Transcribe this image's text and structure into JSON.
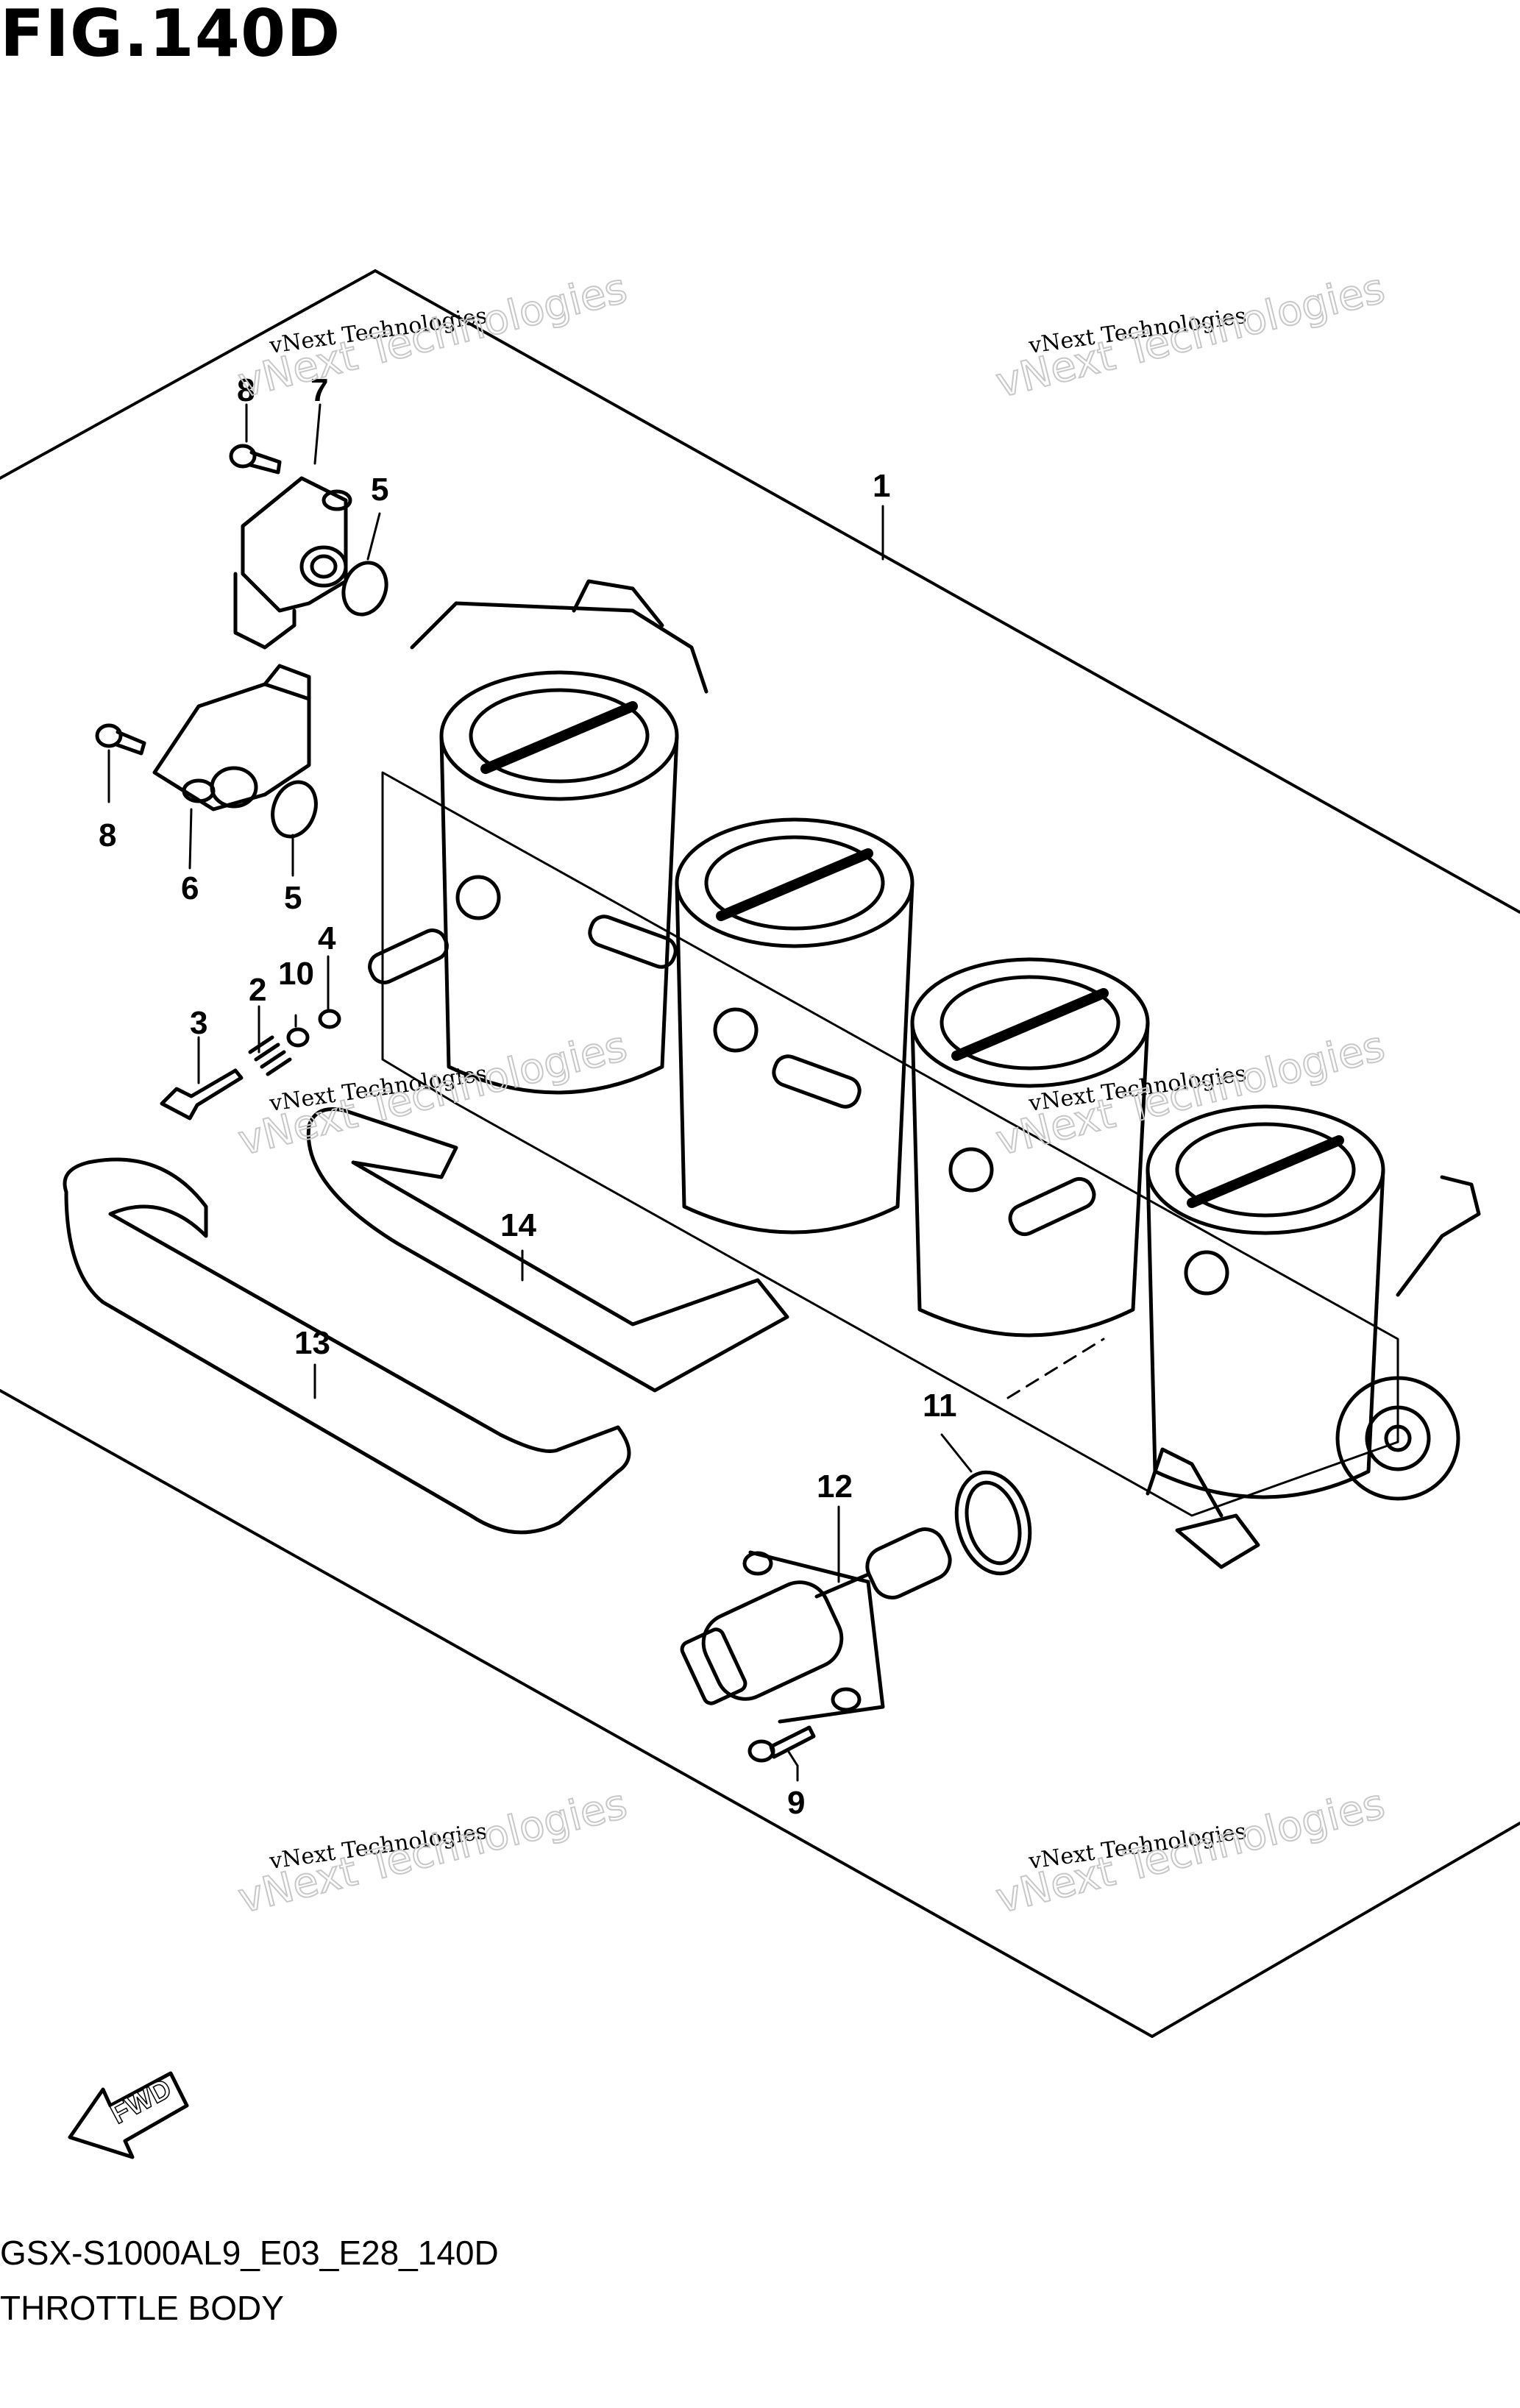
{
  "figure": {
    "title": "FIG.140D",
    "code": "GSX-S1000AL9_E03_E28_140D",
    "name": "THROTTLE BODY"
  },
  "direction": {
    "label": "FWD"
  },
  "watermark": {
    "line1": "vNext Technologies",
    "line2": "vNext Technologies"
  },
  "callouts": {
    "c1": "1",
    "c2": "2",
    "c3": "3",
    "c4": "4",
    "c5a": "5",
    "c5b": "5",
    "c6": "6",
    "c7": "7",
    "c8a": "8",
    "c8b": "8",
    "c9": "9",
    "c10": "10",
    "c11": "11",
    "c12": "12",
    "c13": "13",
    "c14": "14"
  },
  "colors": {
    "line": "#000000",
    "background": "#ffffff",
    "watermark_outline": "#c8c8c8"
  }
}
